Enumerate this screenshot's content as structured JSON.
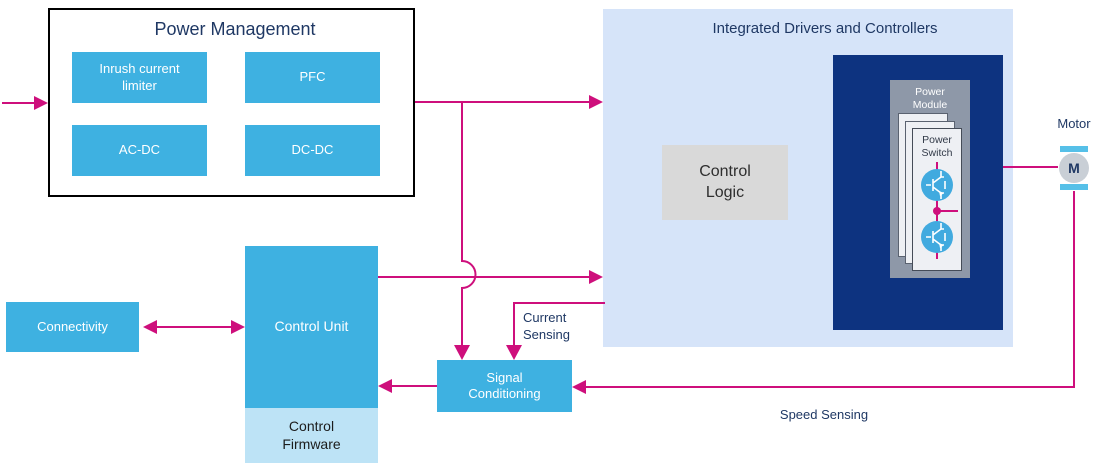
{
  "colors": {
    "accent_pink": "#ce0f7c",
    "block_blue": "#3eb1e1",
    "navy": "#0d3380",
    "panel_light_blue": "#d6e4f9",
    "firmware_light_blue": "#bde3f6",
    "heading_navy": "#1f3864",
    "module_gray": "#8e98a8",
    "logic_gray": "#d9d9d9"
  },
  "power_management": {
    "title": "Power Management",
    "blocks": [
      "Inrush current\nlimiter",
      "PFC",
      "AC-DC",
      "DC-DC"
    ]
  },
  "integrated_drivers": {
    "title": "Integrated Drivers and Controllers",
    "control_logic": "Control\nLogic",
    "power_module": "Power\nModule",
    "power_switch": "Power\nSwitch"
  },
  "motor": {
    "label": "Motor",
    "symbol": "M"
  },
  "connectivity": {
    "label": "Connectivity"
  },
  "control_unit": {
    "label": "Control Unit",
    "firmware": "Control\nFirmware"
  },
  "signal_conditioning": {
    "label": "Signal\nConditioning"
  },
  "sensing": {
    "current": "Current\nSensing",
    "speed": "Speed Sensing"
  }
}
